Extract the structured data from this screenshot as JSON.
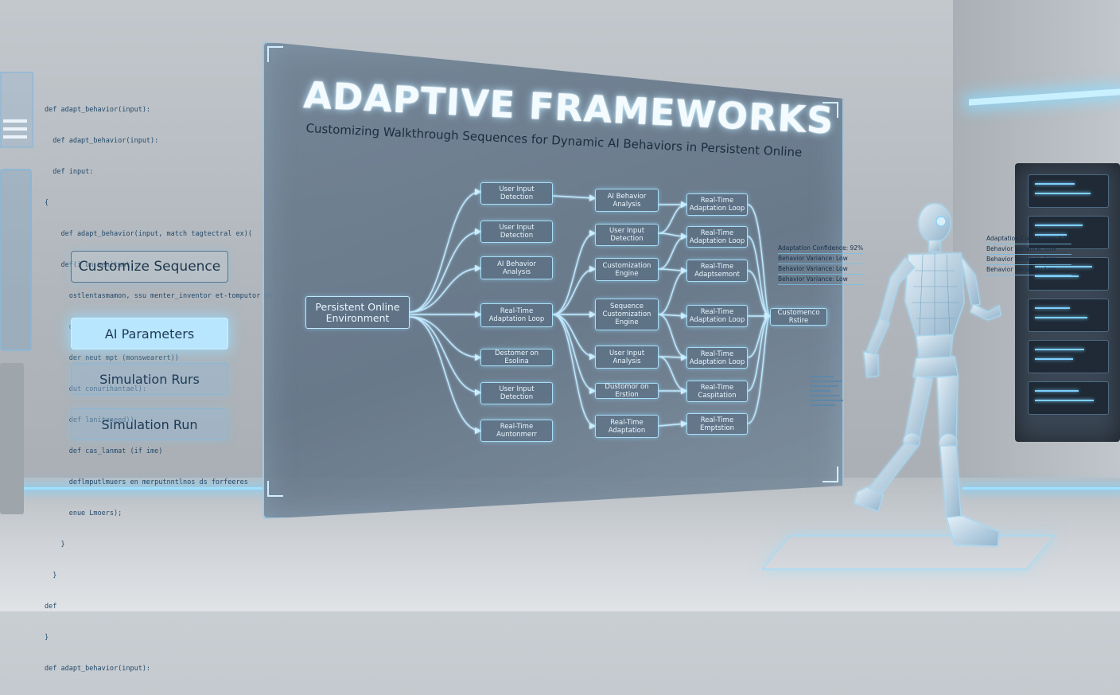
{
  "title": "ADAPTIVE FRAMEWORKS",
  "subtitle": "Customizing Walkthrough Sequences for Dynamic AI Behaviors in Persistent Online",
  "code_lines": [
    "def adapt_behavior(input):",
    "  def adapt_behavior(input):",
    "  def input:",
    "{",
    "    def adapt_behavior(input, match tagtectral ex)(",
    "    def(i un menitumt):",
    "      ostlentasmamon, ssu menter_inventor et-tomputor at",
    "      def cmnitant(mw):",
    "      der neut mpt (monswearert))",
    "      dut conurihantael):",
    "      def lanitaneed))",
    "      def cas_lanmat (if ime)",
    "      deflmputlmuers en merputnntlnos ds forfeeres",
    "      enue Lmoers);",
    "    }",
    "  }",
    "def",
    "}",
    "def adapt_behavior(input):"
  ],
  "left_buttons": {
    "customize": "Customize Sequence",
    "ai_params": "AI Parameters",
    "sim_runs": "Simulation Rurs",
    "sim_run": "Simulation Run"
  },
  "nodes": {
    "root": "Persistent Online Environment",
    "c1a": "User Input Detection",
    "c1b": "User Input Detection",
    "c1c": "AI Behavior Analysis",
    "c1d": "Real-Time Adaptation Loop",
    "c1e": "Destomer on Esolina",
    "c1f": "User Input Detection",
    "c1g": "Real-Time Auntonmerr",
    "c2a": "AI Behavior Analysis",
    "c2b": "User Input Detection",
    "c2c": "Customization Engine",
    "c2d": "Sequence Customization Engine",
    "c2e": "User Input Analysis",
    "c2f": "Dustomor on Erstion",
    "c2g": "Real-Time Adaptation",
    "c3a": "Real-Time Adaptation Loop",
    "c3b": "Real-Time Adaptation Loop",
    "c3c": "Real-Time Adaptsemont",
    "c3d": "Real-Time Adaptation Loop",
    "c3e": "Real-Time Adaptation Loop",
    "c3f": "Real-Time Caspitation",
    "c3g": "Real-Time Emptstion",
    "out": "Customenco Rstire"
  },
  "stats_center": [
    "Adaptation Confidence: 92%",
    "Behavior Variance: Low",
    "Behavior Variance: Low",
    "Behavior Variance: Low"
  ],
  "stats_robot": [
    "Adaptation Confidence: 92%",
    "Behavior Variance: Low",
    "Behavior Variance: Low",
    "Behavior Variance: Low"
  ],
  "colors": {
    "accent_glow": "#9fe0ff",
    "panel_glass": "#6a8096",
    "title_text": "#f4fbff",
    "active_button": "#b9e6ff"
  }
}
